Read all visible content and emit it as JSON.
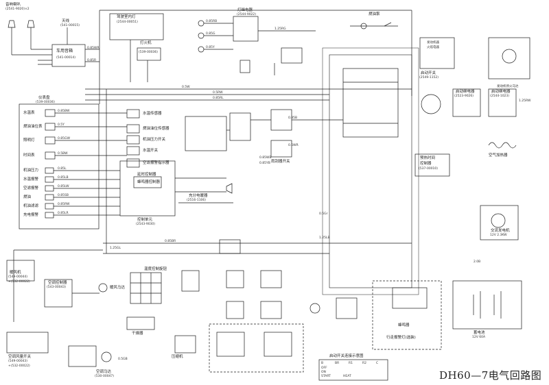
{
  "diagram": {
    "title": "DH60—7电气回路图"
  },
  "labels": {
    "horn": "音响喇叭",
    "horn_part": "(2541-9020)×2",
    "antenna": "天线",
    "antenna_part": "(541-00015)",
    "radio": "车用音箱",
    "radio_part": "(541-00014)",
    "cab_light": "驾驶室内灯",
    "cab_light_part": "(2544-00051)",
    "lighter": "打火机",
    "lighter_part": "(539-00036)",
    "work_light": "灯继电器",
    "work_light_part": "(2544-9022)",
    "fuel_pump": "燃油泵",
    "engine_relay": "发动机器",
    "engine_relay2": "火焰电器",
    "engine_stop": "发动机停火马达",
    "instrument": "仪表盘",
    "instrument_part": "(539-00036)",
    "water_temp": "水温表",
    "fuel_gauge": "燃油油位表",
    "lamp": "照明灯",
    "hour_meter": "时间表",
    "oil_pressure": "机油压力",
    "water_alarm": "水温报警",
    "air_alarm": "空滤报警",
    "fuel_alarm": "燃油",
    "oil_alarm": "机油滤滤",
    "charge_alarm": "充电报警",
    "water_sensor": "水温传感器",
    "fuel_sensor": "燃油油位传感器",
    "oil_press_switch": "机油压力开关",
    "water_switch": "水温开关",
    "air_switch": "空滤报警指示器",
    "controller": "延时控制器",
    "controller2": "蜂鸣器控制器",
    "control_unit": "控制单元",
    "control_unit_part": "(2543-9030)",
    "auto_idle": "充分电暖器",
    "auto_idle_part": "(2516-1106)",
    "wiper_switch": "雨刮器开关",
    "start_switch": "启动开关",
    "start_switch_part": "(2549-1152)",
    "start_relay": "启动继电器",
    "start_relay_part": "(2523-9026)",
    "preheat_relay": "启动继电器",
    "preheat_relay_part": "(2544-1023)",
    "air_heater": "空气加热器",
    "preheat_timer": "预热时间",
    "preheat_timer2": "控制器",
    "preheat_timer_part": "(537-00010)",
    "alternator": "交流发电机",
    "alternator_spec": "12V 2.3KW",
    "battery": "蓄电池",
    "battery_spec": "12V 60A",
    "warning_indicator": "行走报警灯(选装)",
    "buzzer": "蜂鸣器",
    "rotary_switch": "温度控制旋钮",
    "ac_panel": "空调控制器",
    "ac_panel_part": "(543-00043)",
    "ac_relay": "暖风马达",
    "wiper_motor": "干燥器",
    "washer": "压缩机",
    "heater_switch": "暖风机",
    "heater_switch_part": "(549-00044)",
    "heater_switch_part2": "+(532-00022)",
    "ac_switch": "空调风量开关",
    "ac_switch_part": "(549-00043)",
    "ac_switch_part2": "+(532-00022)",
    "ac_motor": "空调马达",
    "ac_motor_part": "(530-00047)",
    "start_table": "启动开关连接示意图"
  },
  "wires": {
    "w1": "0.85WR",
    "w2": "0.85R",
    "w3": "0.85BW",
    "w4": "0.85G",
    "w5": "0.85Y",
    "w6": "1.25RG",
    "w7": "0.5WR",
    "w8": "0.85RB",
    "w9": "0.5W",
    "w10": "0.5RW",
    "w11": "0.85RL",
    "w12": "0.85L",
    "w13": "0.85GW",
    "w14": "0.85LB",
    "w15": "0.85B",
    "w16": "0.5BW",
    "w17": "0.5Y",
    "w18": "0.85BR",
    "w19": "1.25GL",
    "w20": "0.5Gr",
    "w21": "0.85LW",
    "w22": "0.85SB",
    "w23": "0.85RW",
    "w24": "0.85LR",
    "w25": "0.85WB",
    "w26": "0.85YB",
    "w27": "1.25LB",
    "w28": "1.25RW",
    "w29": "2.0B",
    "w30": "0.5GB"
  },
  "table": {
    "headers": [
      "",
      "B",
      "BR",
      "R1",
      "R2",
      "C"
    ],
    "rows": [
      [
        "OFF",
        "",
        "",
        "",
        "",
        ""
      ],
      [
        "ON",
        "",
        "",
        "",
        "",
        ""
      ],
      [
        "START",
        "",
        "",
        "",
        "",
        ""
      ],
      [
        "HEAT",
        "",
        "",
        "",
        "",
        ""
      ]
    ]
  },
  "colors": {
    "line": "#1a1a1a",
    "paper": "#ffffff"
  }
}
